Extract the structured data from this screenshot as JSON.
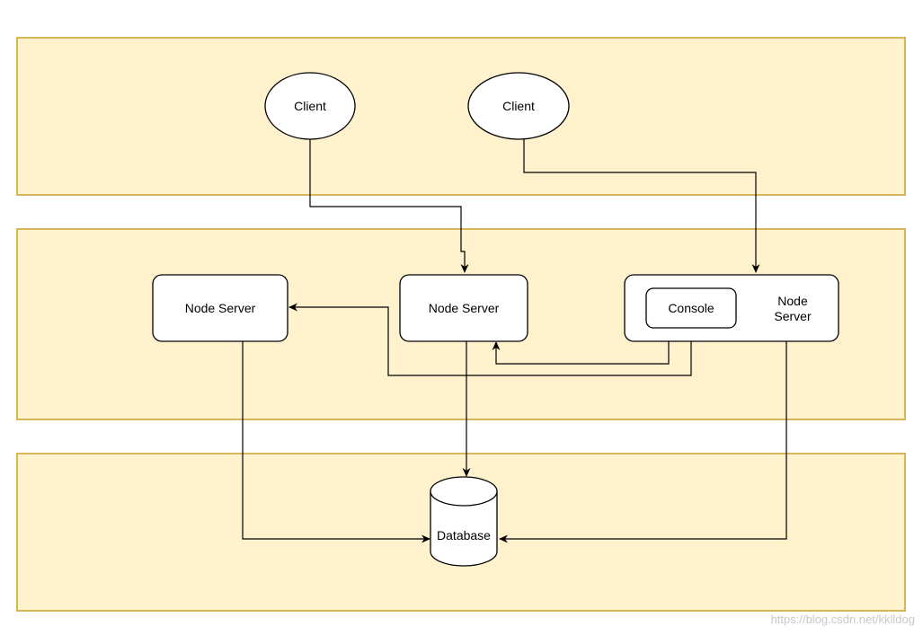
{
  "colors": {
    "lane_fill": "#fff2cc",
    "lane_stroke": "#d6b656",
    "node_fill": "#ffffff",
    "node_stroke": "#000000",
    "edge": "#000000",
    "watermark": "#c8c8c8"
  },
  "nodes": {
    "client_1": "Client",
    "client_2": "Client",
    "server_1": "Node Server",
    "server_2": "Node Server",
    "server_3_line1": "Node",
    "server_3_line2": "Server",
    "console": "Console",
    "database": "Database"
  },
  "watermark": "https://blog.csdn.net/kklldog"
}
